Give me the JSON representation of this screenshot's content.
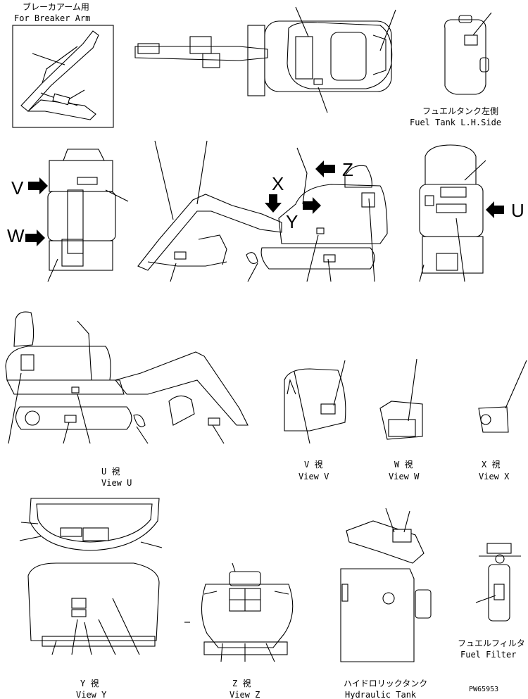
{
  "labels": {
    "breaker_jp": "ブレーカアーム用",
    "breaker_en": "For Breaker Arm",
    "fuel_tank_jp": "フュエルタンク左側",
    "fuel_tank_en": "Fuel Tank L.H.Side",
    "view_u_jp": "U 視",
    "view_u_en": "View U",
    "view_v_jp": "V 視",
    "view_v_en": "View V",
    "view_w_jp": "W 視",
    "view_w_en": "View W",
    "view_x_jp": "X 視",
    "view_x_en": "View X",
    "view_y_jp": "Y 視",
    "view_y_en": "View Y",
    "view_z_jp": "Z 視",
    "view_z_en": "View Z",
    "hyd_tank_jp": "ハイドロリックタンク",
    "hyd_tank_en": "Hydraulic Tank",
    "fuel_filter_jp": "フュエルフィルタ",
    "fuel_filter_en": "Fuel Filter",
    "drawing_no": "PW65953"
  },
  "markers": {
    "v": "V",
    "w": "W",
    "x": "X",
    "y": "Y",
    "z": "Z",
    "u": "U"
  }
}
